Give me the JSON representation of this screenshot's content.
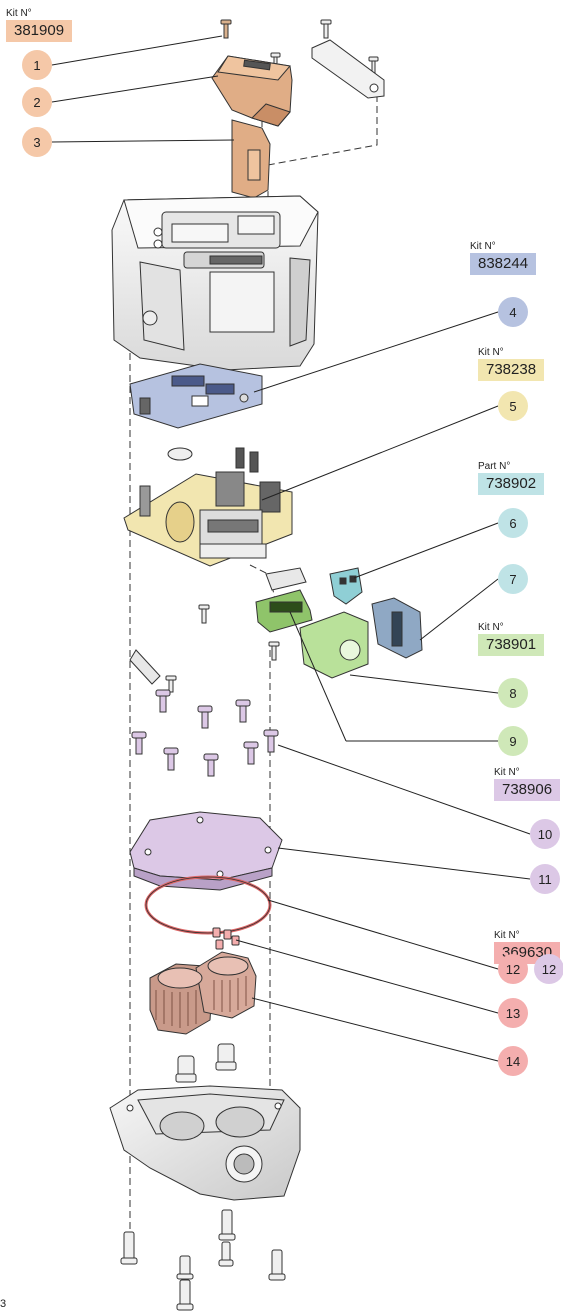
{
  "kits": [
    {
      "label": "Kit N°",
      "number": "381909",
      "color": "#f5c8a8"
    },
    {
      "label": "Kit N°",
      "number": "838244",
      "color": "#b6c2e0"
    },
    {
      "label": "Kit N°",
      "number": "738238",
      "color": "#f2e6b0"
    },
    {
      "label": "Part N°",
      "number": "738902",
      "color": "#bfe3e6"
    },
    {
      "label": "Kit N°",
      "number": "738901",
      "color": "#cfe8b8"
    },
    {
      "label": "Kit N°",
      "number": "738906",
      "color": "#dcc8e6"
    },
    {
      "label": "Kit N°",
      "number": "369630",
      "color": "#f4aeae"
    }
  ],
  "callouts": [
    "1",
    "2",
    "3",
    "4",
    "5",
    "6",
    "7",
    "8",
    "9",
    "10",
    "11",
    "12",
    "12",
    "13",
    "14"
  ],
  "page_number": "3"
}
